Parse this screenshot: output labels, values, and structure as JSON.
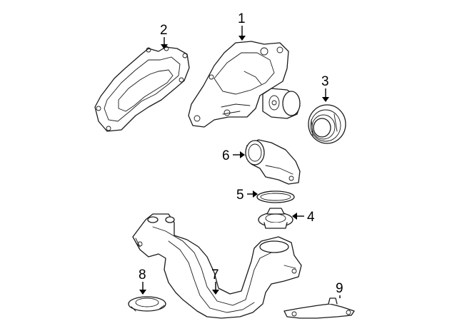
{
  "callouts": [
    {
      "id": "1",
      "label": "1"
    },
    {
      "id": "2",
      "label": "2"
    },
    {
      "id": "3",
      "label": "3"
    },
    {
      "id": "4",
      "label": "4"
    },
    {
      "id": "5",
      "label": "5"
    },
    {
      "id": "6",
      "label": "6"
    },
    {
      "id": "7",
      "label": "7"
    },
    {
      "id": "8",
      "label": "8"
    },
    {
      "id": "9",
      "label": "9"
    }
  ],
  "colors": {
    "line": "#1a1a1a",
    "background": "#ffffff",
    "shade": "#9a9a9a"
  }
}
